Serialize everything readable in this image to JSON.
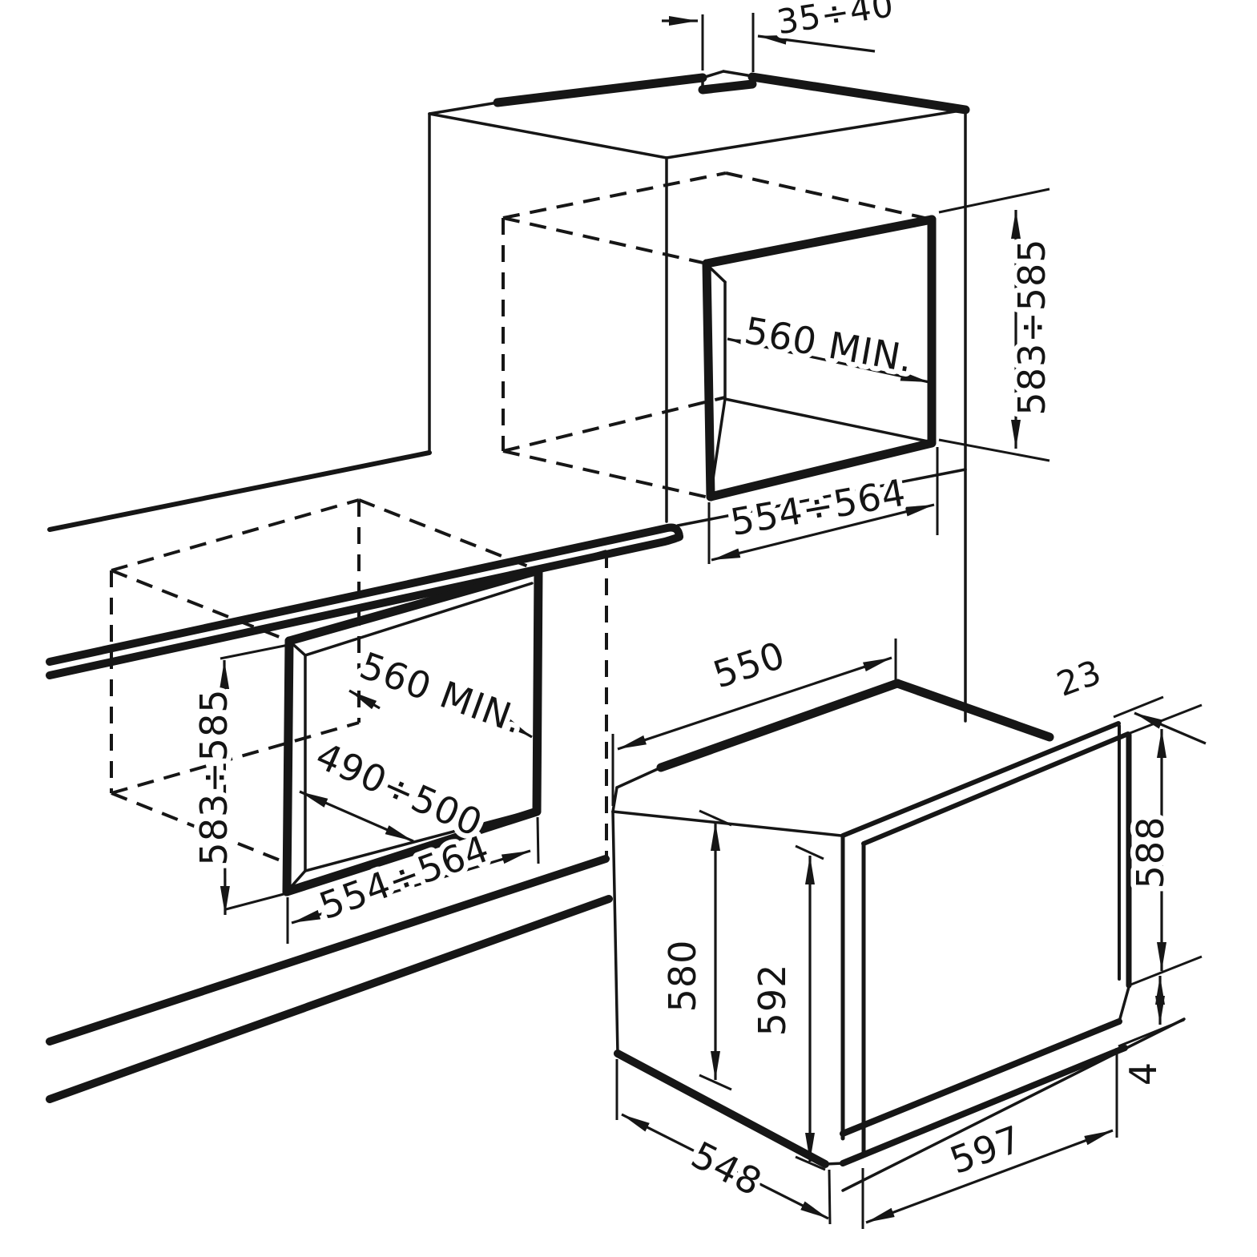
{
  "diagram": {
    "type": "technical installation drawing",
    "subject": "built-in oven niche and appliance dimensions (mm)",
    "ink_color": "#161616",
    "paper_color": "#ffffff"
  },
  "dims": {
    "notch_width": "35÷40",
    "upper_niche_height": "583÷585",
    "upper_niche_depth": "560 MIN.",
    "upper_niche_width": "554÷564",
    "lower_niche_height": "583÷585",
    "lower_niche_depth": "560 MIN.",
    "lower_niche_floor_depth": "490÷500",
    "lower_niche_width": "554÷564",
    "oven_top_depth": "550",
    "door_overhang": "23",
    "body_height": "588",
    "body_inner_height": "580",
    "door_height": "592",
    "base_gap": "4",
    "body_depth": "548",
    "oven_width": "597"
  }
}
